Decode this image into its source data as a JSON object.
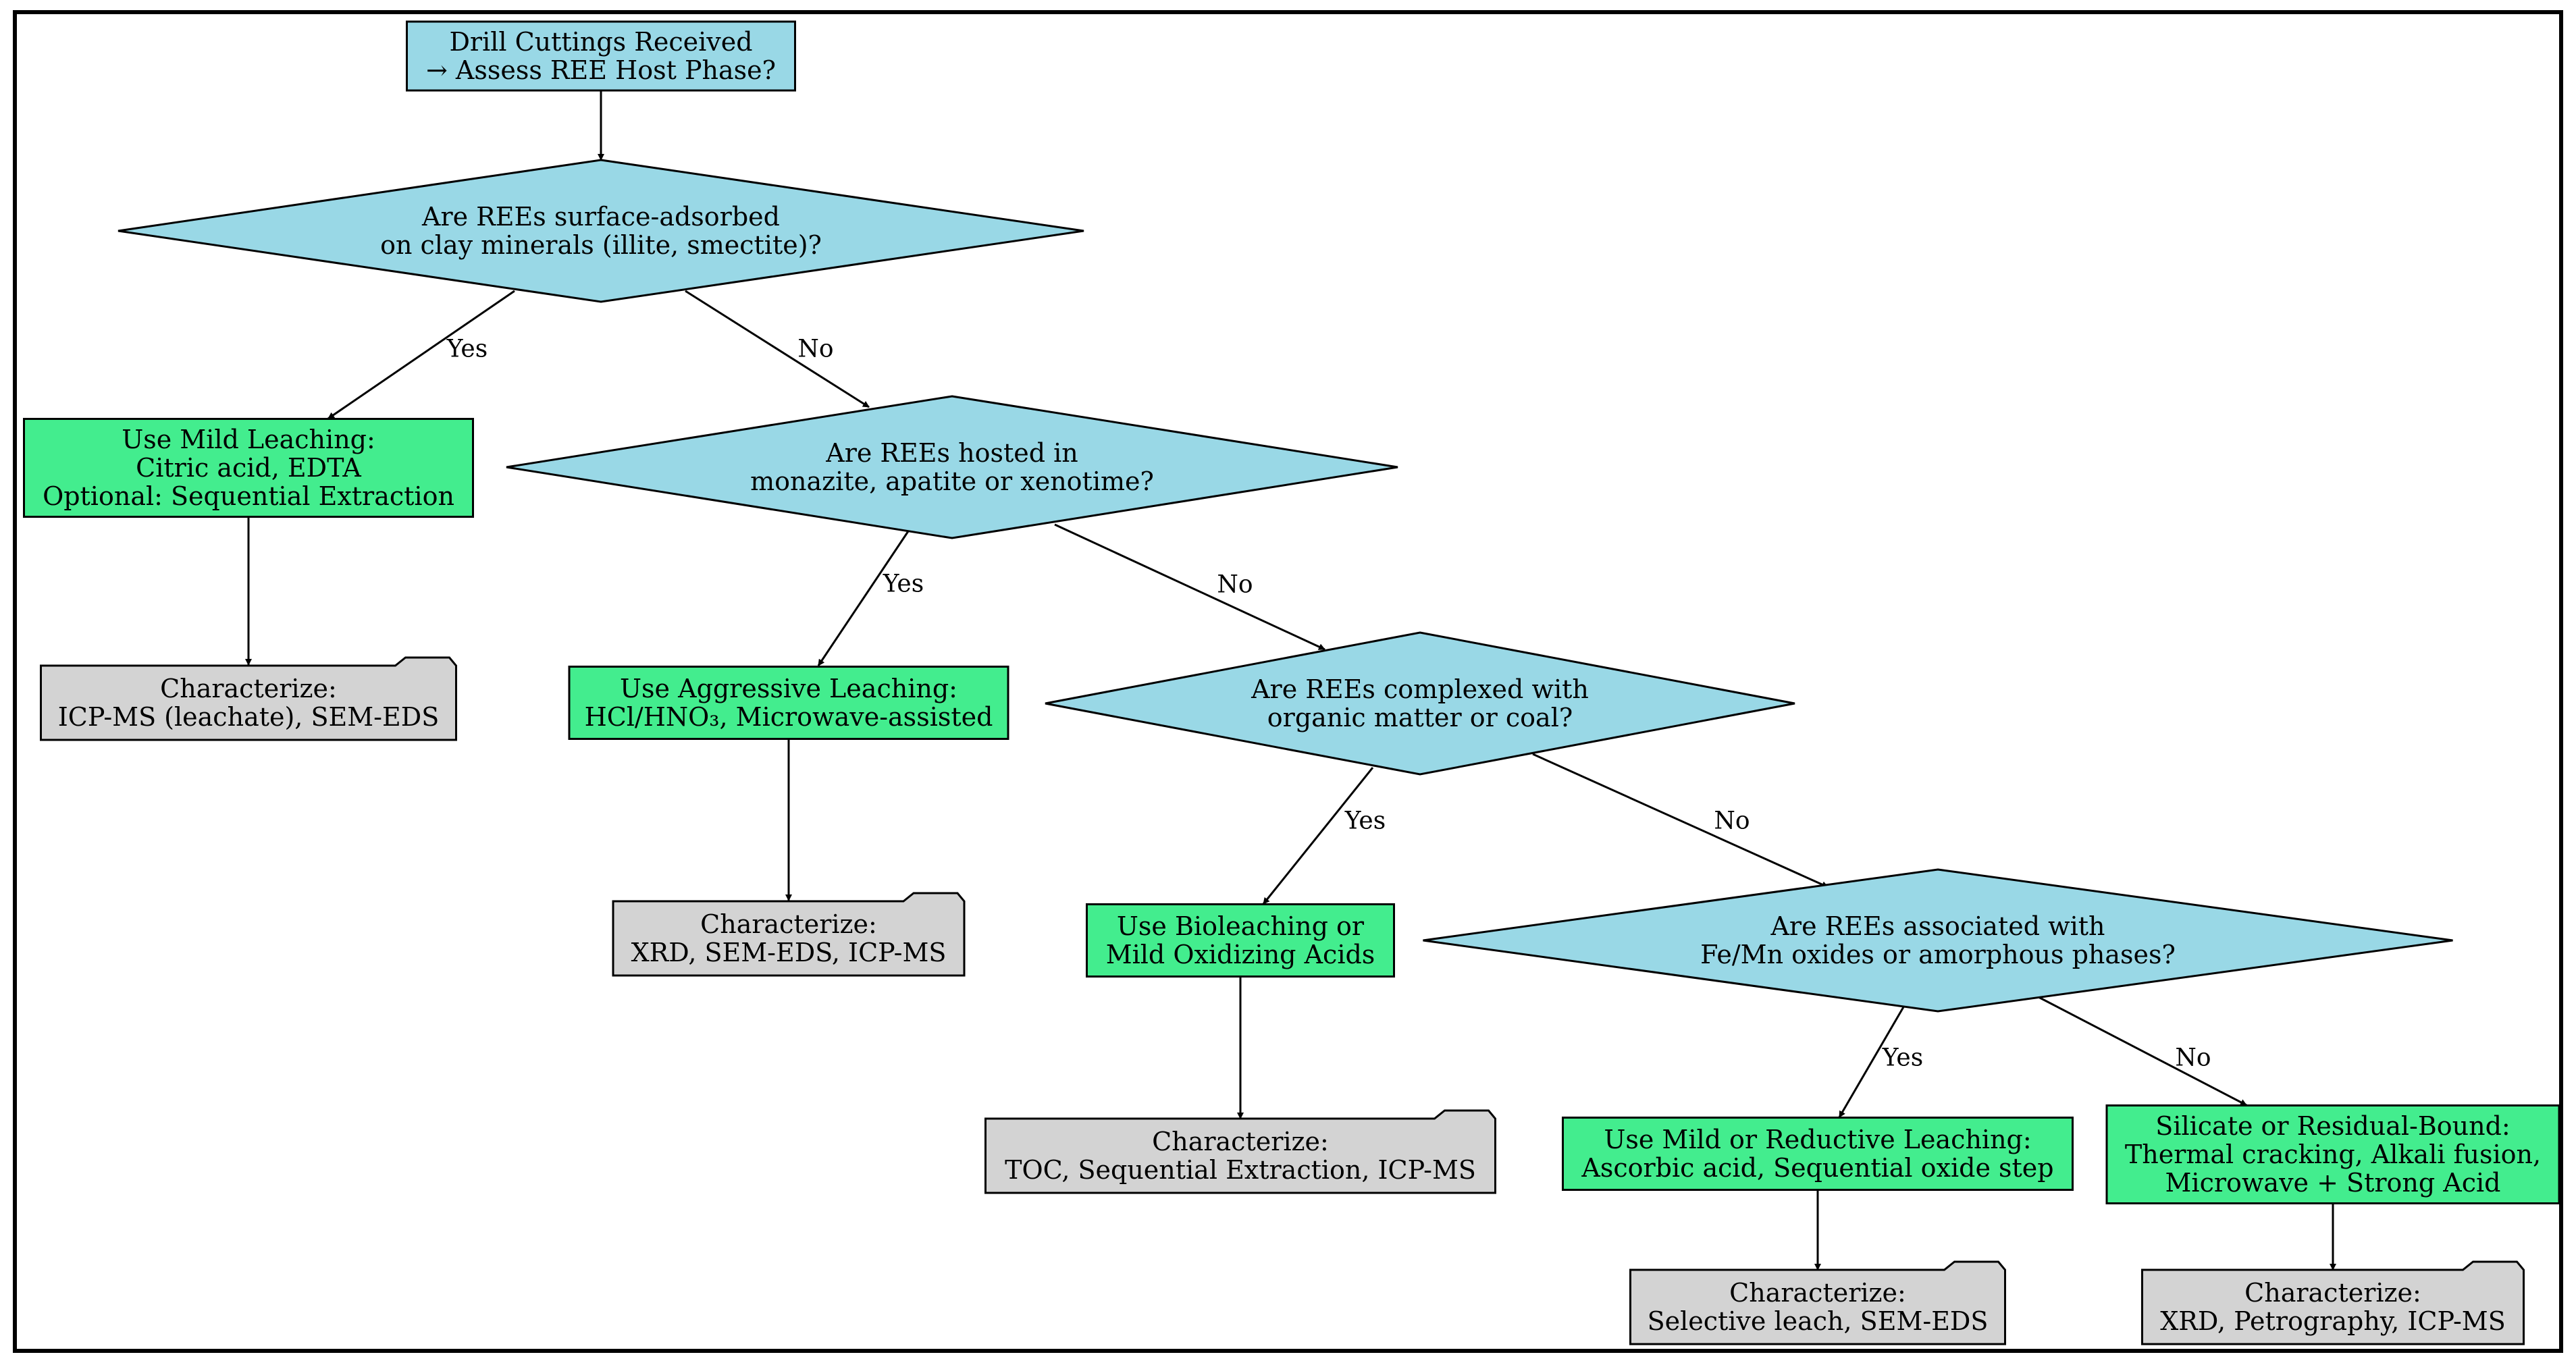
{
  "colors": {
    "decision": "#99d8e6",
    "action": "#43ed8e",
    "characterize": "#d3d3d3",
    "stroke": "#000000"
  },
  "nodes": [
    {
      "id": "start",
      "shape": "rect",
      "kind": "start",
      "lines": [
        "Drill Cuttings Received",
        "→ Assess REE Host Phase?"
      ]
    },
    {
      "id": "q1",
      "shape": "diamond",
      "kind": "decision",
      "lines": [
        "Are REEs surface-adsorbed",
        "on clay minerals (illite, smectite)?"
      ]
    },
    {
      "id": "a1",
      "shape": "rect",
      "kind": "action",
      "lines": [
        "Use Mild Leaching:",
        "Citric acid, EDTA",
        "Optional: Sequential Extraction"
      ]
    },
    {
      "id": "c1",
      "shape": "folder",
      "kind": "characterize",
      "lines": [
        "Characterize:",
        "ICP-MS (leachate), SEM-EDS"
      ]
    },
    {
      "id": "q2",
      "shape": "diamond",
      "kind": "decision",
      "lines": [
        "Are REEs hosted in",
        "monazite, apatite or xenotime?"
      ]
    },
    {
      "id": "a2",
      "shape": "rect",
      "kind": "action",
      "lines": [
        "Use Aggressive Leaching:",
        "HCl/HNO₃, Microwave-assisted"
      ]
    },
    {
      "id": "c2",
      "shape": "folder",
      "kind": "characterize",
      "lines": [
        "Characterize:",
        "XRD, SEM-EDS, ICP-MS"
      ]
    },
    {
      "id": "q3",
      "shape": "diamond",
      "kind": "decision",
      "lines": [
        "Are REEs complexed with",
        "organic matter or coal?"
      ]
    },
    {
      "id": "a3",
      "shape": "rect",
      "kind": "action",
      "lines": [
        "Use Bioleaching or",
        "Mild Oxidizing Acids"
      ]
    },
    {
      "id": "c3",
      "shape": "folder",
      "kind": "characterize",
      "lines": [
        "Characterize:",
        "TOC, Sequential Extraction, ICP-MS"
      ]
    },
    {
      "id": "q4",
      "shape": "diamond",
      "kind": "decision",
      "lines": [
        "Are REEs associated with",
        "Fe/Mn oxides or amorphous phases?"
      ]
    },
    {
      "id": "a4",
      "shape": "rect",
      "kind": "action",
      "lines": [
        "Use Mild or Reductive Leaching:",
        "Ascorbic acid, Sequential oxide step"
      ]
    },
    {
      "id": "c4",
      "shape": "folder",
      "kind": "characterize",
      "lines": [
        "Characterize:",
        "Selective leach, SEM-EDS"
      ]
    },
    {
      "id": "a5",
      "shape": "rect",
      "kind": "action",
      "lines": [
        "Silicate or Residual-Bound:",
        "Thermal cracking, Alkali fusion,",
        "Microwave + Strong Acid"
      ]
    },
    {
      "id": "c5",
      "shape": "folder",
      "kind": "characterize",
      "lines": [
        "Characterize:",
        "XRD, Petrography, ICP-MS"
      ]
    }
  ],
  "edges": [
    {
      "from": "start",
      "to": "q1",
      "label": ""
    },
    {
      "from": "q1",
      "to": "a1",
      "label": "Yes"
    },
    {
      "from": "q1",
      "to": "q2",
      "label": "No"
    },
    {
      "from": "a1",
      "to": "c1",
      "label": ""
    },
    {
      "from": "q2",
      "to": "a2",
      "label": "Yes"
    },
    {
      "from": "q2",
      "to": "q3",
      "label": "No"
    },
    {
      "from": "a2",
      "to": "c2",
      "label": ""
    },
    {
      "from": "q3",
      "to": "a3",
      "label": "Yes"
    },
    {
      "from": "q3",
      "to": "q4",
      "label": "No"
    },
    {
      "from": "a3",
      "to": "c3",
      "label": ""
    },
    {
      "from": "q4",
      "to": "a4",
      "label": "Yes"
    },
    {
      "from": "q4",
      "to": "a5",
      "label": "No"
    },
    {
      "from": "a4",
      "to": "c4",
      "label": ""
    },
    {
      "from": "a5",
      "to": "c5",
      "label": ""
    }
  ]
}
